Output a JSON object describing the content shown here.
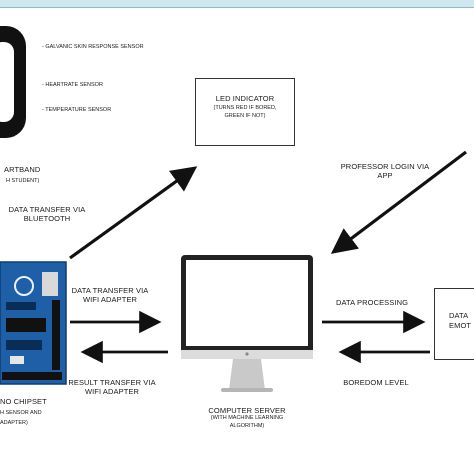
{
  "smartband": {
    "features": [
      "- GALVANIC SKIN RESPONSE SENSOR",
      "- HEARTRATE SENSOR",
      "- TEMPERATURE SENSOR"
    ],
    "label": "ARTBAND",
    "sublabel": "H STUDENT)"
  },
  "led": {
    "title": "LED INDICATOR",
    "subtitle": "(TURNS RED IF BORED, GREEN IF NOT)"
  },
  "arrows": {
    "bluetooth": [
      "DATA TRANSFER VIA",
      "BLUETOOTH"
    ],
    "professor": [
      "PROFESSOR LOGIN VIA",
      "APP"
    ],
    "wifi_in": [
      "DATA TRANSFER VIA",
      "WIFI ADAPTER"
    ],
    "wifi_out": [
      "RESULT TRANSFER VIA",
      "WIFI ADAPTER"
    ],
    "processing": "DATA PROCESSING",
    "boredom": "BOREDOM LEVEL"
  },
  "arduino": {
    "label": [
      "NO CHIPSET",
      "H SENSOR AND",
      "ADAPTER)"
    ]
  },
  "server": {
    "title": "COMPUTER SERVER",
    "subtitle": [
      "(WITH MACHINE LEARNING",
      "ALGORITHM)"
    ]
  },
  "database": {
    "label": [
      "DATA",
      "EMOT"
    ]
  },
  "colors": {
    "ink": "#1a1a1a",
    "board": "#1e5fa8",
    "screen_border": "#222222",
    "stand": "#c9c9c9"
  }
}
